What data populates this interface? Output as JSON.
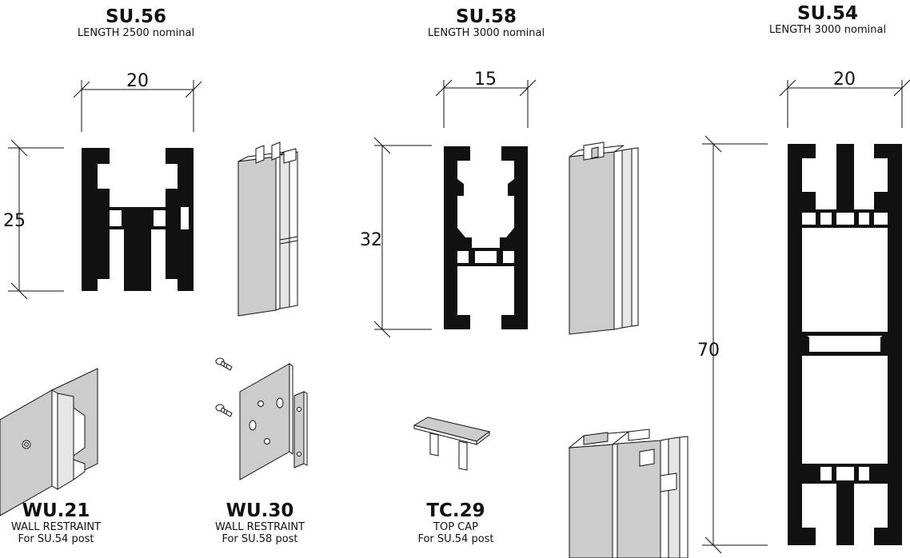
{
  "products": {
    "su56": {
      "code": "SU.56",
      "line1": "LENGTH 2500 nominal"
    },
    "su58": {
      "code": "SU.58",
      "line1": "LENGTH 3000 nominal"
    },
    "su54": {
      "code": "SU.54",
      "line1": "LENGTH 3000 nominal"
    },
    "wu21": {
      "code": "WU.21",
      "line1": "WALL RESTRAINT",
      "line2": "For SU.54 post"
    },
    "wu30": {
      "code": "WU.30",
      "line1": "WALL RESTRAINT",
      "line2": "For SU.58 post"
    },
    "tc29": {
      "code": "TC.29",
      "line1": "TOP CAP",
      "line2": "For SU.54 post"
    }
  },
  "dimensions": {
    "su56_width": "20",
    "su56_height": "25",
    "su58_width": "15",
    "su58_height": "32",
    "su54_width": "20",
    "su54_height": "70"
  },
  "colors": {
    "profile": "#111111",
    "face": "#c9c9c9",
    "edge": "#ffffff"
  }
}
